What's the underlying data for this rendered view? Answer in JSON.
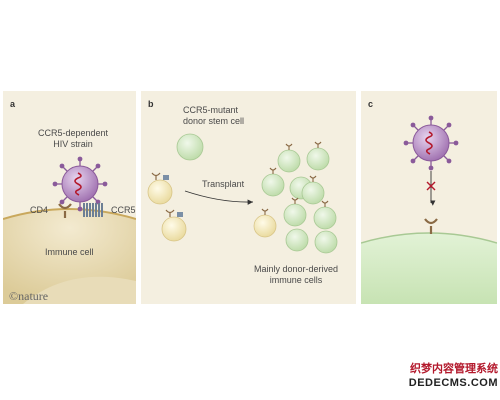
{
  "panel_a": {
    "label": "a",
    "virus_label_line1": "CCR5-dependent",
    "virus_label_line2": "HIV strain",
    "cd4_label": "CD4",
    "ccr5_label": "CCR5",
    "cell_label": "Immune cell"
  },
  "panel_b": {
    "label": "b",
    "donor_label_line1": "CCR5-mutant",
    "donor_label_line2": "donor stem cell",
    "arrow_label": "Transplant",
    "result_label_line1": "Mainly donor-derived",
    "result_label_line2": "immune cells"
  },
  "panel_c": {
    "label": "c"
  },
  "logo": "©nature",
  "watermark": {
    "line1": "织梦内容管理系统",
    "line2": "DEDECMS.COM"
  },
  "colors": {
    "panel_bg": "#f4efe0",
    "cell_tan": "#e6d9b0",
    "cell_green": "#d7ecc9",
    "virus_purple": "#a274b2",
    "rna_red": "#b3192c",
    "receptor_brown": "#8a6a45",
    "ccr5_blue": "#7b8fa6"
  }
}
